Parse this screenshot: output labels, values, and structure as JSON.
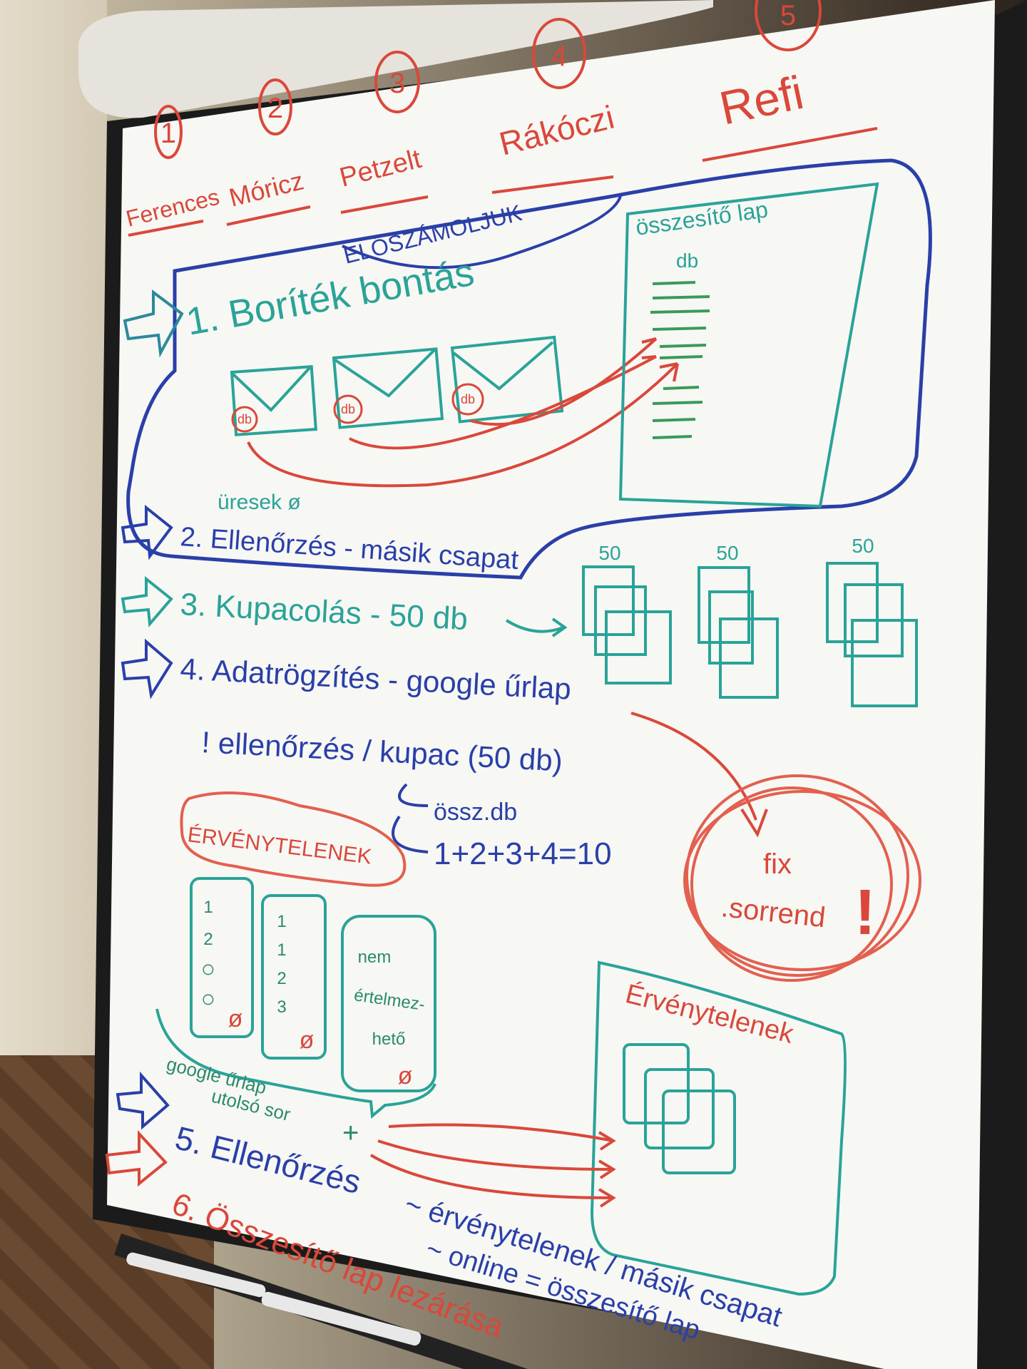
{
  "colors": {
    "red": "#d9483a",
    "blue": "#2a3fa8",
    "teal": "#2aa398",
    "green": "#3a9a5a",
    "board": "#f7f7f4"
  },
  "header": {
    "teams": [
      {
        "number": "1",
        "name": "Ferences"
      },
      {
        "number": "2",
        "name": "Móricz"
      },
      {
        "number": "3",
        "name": "Petzelt"
      },
      {
        "number": "4",
        "name": "Rákóczi"
      },
      {
        "number": "5",
        "name": "Refi"
      }
    ]
  },
  "precount": {
    "title": "ELŐSZÁMOLJUK",
    "step1": "1. Boríték bontás",
    "envelope_label": "db",
    "summary_sheet_title": "összesítő lap",
    "summary_sheet_sub": "db"
  },
  "steps": {
    "empty_note": "üresek ø",
    "step2": "2. Ellenőrzés - másik csapat",
    "step3": "3. Kupacolás - 50 db",
    "pile_label": "50",
    "step4": "4. Adatrögzítés - google űrlap",
    "step4_check": "! ellenőrzés / kupac (50 db)",
    "step4_sum": "össz.db",
    "step4_formula": "1+2+3+4=10",
    "fixed_order_1": "fix",
    "fixed_order_2": ".sorrend",
    "fixed_order_mark": "!"
  },
  "invalid": {
    "cloud_title": "ÉRVÉNYTELENEK",
    "col1": [
      "1",
      "2",
      "○",
      "○",
      "ø"
    ],
    "col2": [
      "1",
      "1",
      "2",
      "3",
      "ø"
    ],
    "col3": [
      "nem",
      "értelmez-",
      "hető",
      "ø"
    ],
    "google_note_1": "google űrlap",
    "google_note_2": "utolsó sor",
    "plus": "+",
    "box_title": "Érvénytelenek"
  },
  "final": {
    "step5": "5. Ellenőrzés",
    "step5_a": "~ érvénytelenek / másik csapat",
    "step5_b": "~ online = összesítő lap",
    "step6": "6. Összesítő lap lezárása"
  }
}
